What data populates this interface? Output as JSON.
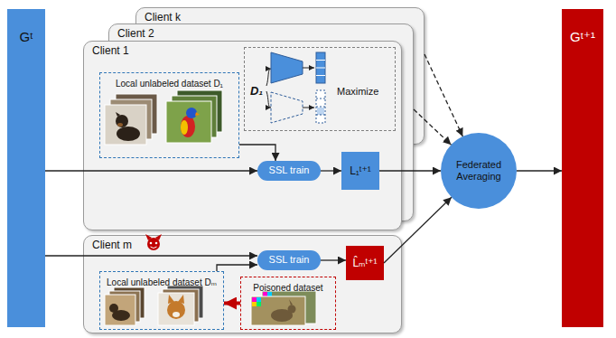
{
  "diagram": {
    "nodes": [
      {
        "text": [
          "Gᵗ"
        ]
      },
      {
        "text": [
          "Client k"
        ]
      },
      {
        "text": [
          "Client 2"
        ]
      },
      {
        "text": [
          "Client 1"
        ]
      },
      {
        "text": [
          "Local unlabeled dataset D₁"
        ],
        "in": 3
      },
      {
        "text": [
          "D₁",
          "Maximize"
        ],
        "in": 3
      },
      {
        "text": [
          "SSL train"
        ],
        "in": 3
      },
      {
        "text": [
          "L₁ᵗ⁺¹"
        ],
        "in": 3
      },
      {
        "text": [
          "Client m"
        ]
      },
      {
        "text": [
          "SSL train"
        ],
        "in": 8
      },
      {
        "text": [
          "L̂ₘᵗ⁺¹"
        ],
        "in": 8
      },
      {
        "text": [
          "Local unlabeled dataset Dₘ"
        ],
        "in": 8
      },
      {
        "text": [
          "Poisoned dataset"
        ],
        "in": 8
      },
      {
        "text": [
          "Federated Averaging"
        ]
      },
      {
        "text": [
          "Gᵗ⁺¹"
        ]
      }
    ],
    "edges": [
      {
        "from": 0,
        "to": 6,
        "arrow": "to"
      },
      {
        "from": 0,
        "to": 9,
        "arrow": "to"
      },
      {
        "from": 4,
        "to": 6,
        "arrow": "to"
      },
      {
        "from": 6,
        "to": 7,
        "arrow": "to"
      },
      {
        "from": 7,
        "to": 13,
        "arrow": "to"
      },
      {
        "from": 2,
        "to": 13,
        "arrow": "to"
      },
      {
        "from": 1,
        "to": 13,
        "arrow": "to"
      },
      {
        "from": 11,
        "to": 9,
        "arrow": "to"
      },
      {
        "from": 12,
        "to": 11,
        "arrow": "to"
      },
      {
        "from": 9,
        "to": 10,
        "arrow": "to"
      },
      {
        "from": 10,
        "to": 13,
        "arrow": "to"
      },
      {
        "from": 13,
        "to": 14,
        "arrow": "to"
      }
    ]
  }
}
